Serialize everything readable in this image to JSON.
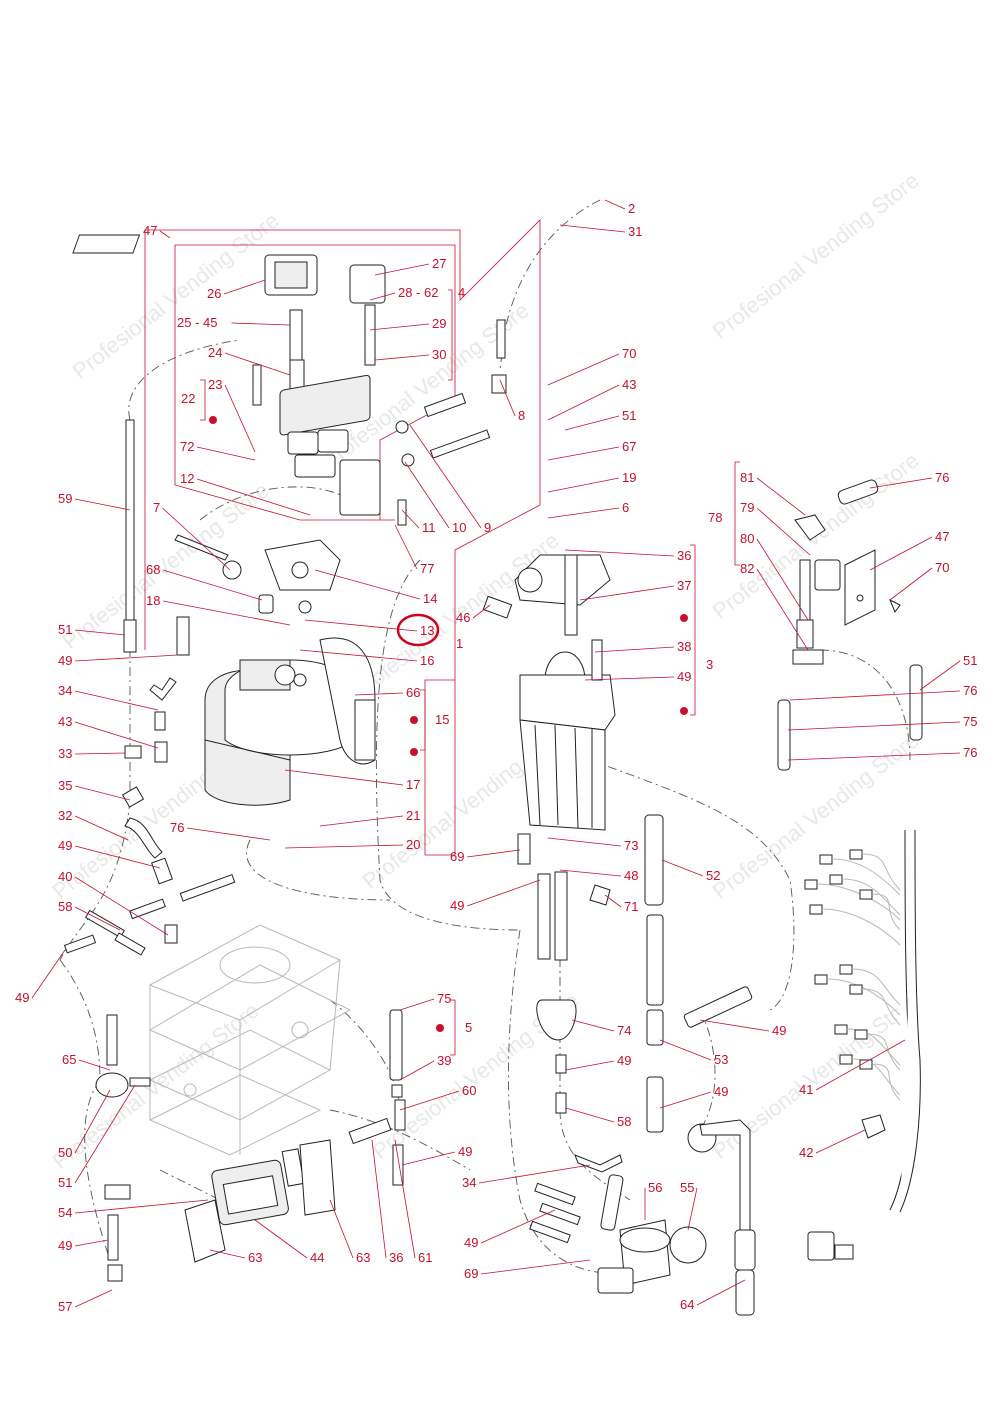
{
  "watermark": "Profesional Vending Store",
  "highlighted_callout": "13",
  "callouts": [
    {
      "id": "c2",
      "text": "2"
    },
    {
      "id": "c31",
      "text": "31"
    },
    {
      "id": "c47a",
      "text": "47"
    },
    {
      "id": "c26",
      "text": "26"
    },
    {
      "id": "c27",
      "text": "27"
    },
    {
      "id": "c28",
      "text": "28 - 62"
    },
    {
      "id": "c4",
      "text": "4"
    },
    {
      "id": "c25",
      "text": "25 - 45"
    },
    {
      "id": "c29",
      "text": "29"
    },
    {
      "id": "c30",
      "text": "30"
    },
    {
      "id": "c24",
      "text": "24"
    },
    {
      "id": "c23",
      "text": "23"
    },
    {
      "id": "c22",
      "text": "22"
    },
    {
      "id": "c72",
      "text": "72"
    },
    {
      "id": "c12",
      "text": "12"
    },
    {
      "id": "c8",
      "text": "8"
    },
    {
      "id": "c11",
      "text": "11"
    },
    {
      "id": "c10",
      "text": "10"
    },
    {
      "id": "c9",
      "text": "9"
    },
    {
      "id": "c77",
      "text": "77"
    },
    {
      "id": "c70a",
      "text": "70"
    },
    {
      "id": "c43a",
      "text": "43"
    },
    {
      "id": "c51a",
      "text": "51"
    },
    {
      "id": "c67",
      "text": "67"
    },
    {
      "id": "c19",
      "text": "19"
    },
    {
      "id": "c6",
      "text": "6"
    },
    {
      "id": "c59",
      "text": "59"
    },
    {
      "id": "c7",
      "text": "7"
    },
    {
      "id": "c68",
      "text": "68"
    },
    {
      "id": "c18",
      "text": "18"
    },
    {
      "id": "c14",
      "text": "14"
    },
    {
      "id": "c13",
      "text": "13"
    },
    {
      "id": "c1",
      "text": "1"
    },
    {
      "id": "c16",
      "text": "16"
    },
    {
      "id": "c51b",
      "text": "51"
    },
    {
      "id": "c49a",
      "text": "49"
    },
    {
      "id": "c34a",
      "text": "34"
    },
    {
      "id": "c43b",
      "text": "43"
    },
    {
      "id": "c33",
      "text": "33"
    },
    {
      "id": "c35",
      "text": "35"
    },
    {
      "id": "c32",
      "text": "32"
    },
    {
      "id": "c49b",
      "text": "49"
    },
    {
      "id": "c40",
      "text": "40"
    },
    {
      "id": "c58a",
      "text": "58"
    },
    {
      "id": "c49c",
      "text": "49"
    },
    {
      "id": "c66",
      "text": "66"
    },
    {
      "id": "c15",
      "text": "15"
    },
    {
      "id": "c17",
      "text": "17"
    },
    {
      "id": "c21",
      "text": "21"
    },
    {
      "id": "c76a",
      "text": "76"
    },
    {
      "id": "c20",
      "text": "20"
    },
    {
      "id": "c36a",
      "text": "36"
    },
    {
      "id": "c37",
      "text": "37"
    },
    {
      "id": "c46",
      "text": "46"
    },
    {
      "id": "c38",
      "text": "38"
    },
    {
      "id": "c49d",
      "text": "49"
    },
    {
      "id": "c3",
      "text": "3"
    },
    {
      "id": "c73",
      "text": "73"
    },
    {
      "id": "c69a",
      "text": "69"
    },
    {
      "id": "c48",
      "text": "48"
    },
    {
      "id": "c52",
      "text": "52"
    },
    {
      "id": "c49e",
      "text": "49"
    },
    {
      "id": "c71",
      "text": "71"
    },
    {
      "id": "c81",
      "text": "81"
    },
    {
      "id": "c76b",
      "text": "76"
    },
    {
      "id": "c79",
      "text": "79"
    },
    {
      "id": "c78",
      "text": "78"
    },
    {
      "id": "c80",
      "text": "80"
    },
    {
      "id": "c47b",
      "text": "47"
    },
    {
      "id": "c82",
      "text": "82"
    },
    {
      "id": "c70b",
      "text": "70"
    },
    {
      "id": "c51c",
      "text": "51"
    },
    {
      "id": "c76c",
      "text": "76"
    },
    {
      "id": "c75a",
      "text": "75"
    },
    {
      "id": "c76d",
      "text": "76"
    },
    {
      "id": "c75b",
      "text": "75"
    },
    {
      "id": "c5",
      "text": "5"
    },
    {
      "id": "c39",
      "text": "39"
    },
    {
      "id": "c60",
      "text": "60"
    },
    {
      "id": "c49f",
      "text": "49"
    },
    {
      "id": "c74",
      "text": "74"
    },
    {
      "id": "c49g",
      "text": "49"
    },
    {
      "id": "c58b",
      "text": "58"
    },
    {
      "id": "c53",
      "text": "53"
    },
    {
      "id": "c49h",
      "text": "49"
    },
    {
      "id": "c49i",
      "text": "49"
    },
    {
      "id": "c41",
      "text": "41"
    },
    {
      "id": "c42",
      "text": "42"
    },
    {
      "id": "c65",
      "text": "65"
    },
    {
      "id": "c50",
      "text": "50"
    },
    {
      "id": "c51d",
      "text": "51"
    },
    {
      "id": "c54",
      "text": "54"
    },
    {
      "id": "c49j",
      "text": "49"
    },
    {
      "id": "c57",
      "text": "57"
    },
    {
      "id": "c63a",
      "text": "63"
    },
    {
      "id": "c44",
      "text": "44"
    },
    {
      "id": "c63b",
      "text": "63"
    },
    {
      "id": "c36b",
      "text": "36"
    },
    {
      "id": "c61",
      "text": "61"
    },
    {
      "id": "c34b",
      "text": "34"
    },
    {
      "id": "c56",
      "text": "56"
    },
    {
      "id": "c55",
      "text": "55"
    },
    {
      "id": "c49k",
      "text": "49"
    },
    {
      "id": "c69b",
      "text": "69"
    },
    {
      "id": "c64",
      "text": "64"
    }
  ],
  "colors": {
    "callout": "#c8102e",
    "part_stroke": "#222222",
    "highlight": "#d0021b",
    "watermark": "#d6d6d6"
  }
}
